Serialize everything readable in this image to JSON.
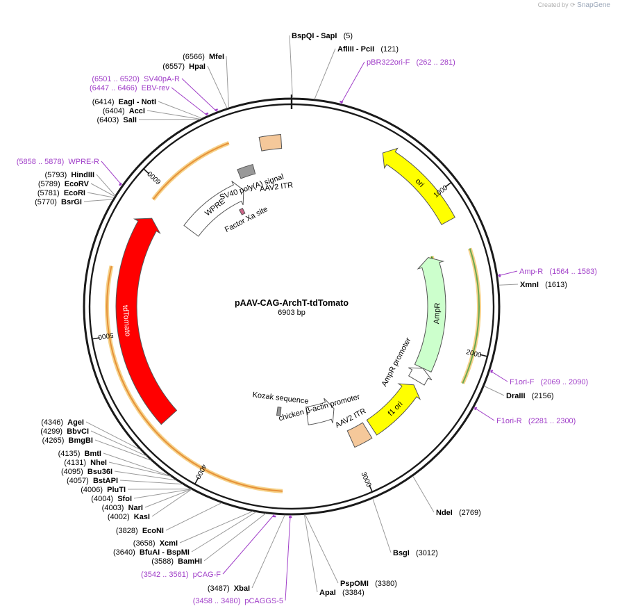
{
  "credit": {
    "prefix": "Created by",
    "brand": "SnapGene"
  },
  "plasmid": {
    "name": "pAAV-CAG-ArchT-tdTomato",
    "size_label": "6903 bp",
    "length": 6903
  },
  "ticks": [
    "1000",
    "2000",
    "3000",
    "4000",
    "5000",
    "6000"
  ],
  "sites": [
    {
      "name": "BspQI  -  SapI",
      "pos_label": "(5)"
    },
    {
      "name": "AflIII  -  PciI",
      "pos_label": "(121)"
    },
    {
      "name": "XmnI",
      "pos_label": "(1613)"
    },
    {
      "name": "DraIII",
      "pos_label": "(2156)"
    },
    {
      "name": "NdeI",
      "pos_label": "(2769)"
    },
    {
      "name": "BsgI",
      "pos_label": "(3012)"
    },
    {
      "name": "PspOMI",
      "pos_label": "(3380)"
    },
    {
      "name": "ApaI",
      "pos_label": "(3384)"
    },
    {
      "name": "MfeI",
      "pos_label": "(6566)"
    },
    {
      "name": "HpaI",
      "pos_label": "(6557)"
    },
    {
      "name": "EagI  -  NotI",
      "pos_label": "(6414)"
    },
    {
      "name": "AccI",
      "pos_label": "(6404)"
    },
    {
      "name": "SalI",
      "pos_label": "(6403)"
    },
    {
      "name": "HindIII",
      "pos_label": "(5793)"
    },
    {
      "name": "EcoRV",
      "pos_label": "(5789)"
    },
    {
      "name": "EcoRI",
      "pos_label": "(5781)"
    },
    {
      "name": "BsrGI",
      "pos_label": "(5770)"
    },
    {
      "name": "AgeI",
      "pos_label": "(4346)"
    },
    {
      "name": "BbvCI",
      "pos_label": "(4299)"
    },
    {
      "name": "BmgBI",
      "pos_label": "(4265)"
    },
    {
      "name": "BmtI",
      "pos_label": "(4135)"
    },
    {
      "name": "NheI",
      "pos_label": "(4131)"
    },
    {
      "name": "Bsu36I",
      "pos_label": "(4095)"
    },
    {
      "name": "BstAPI",
      "pos_label": "(4057)"
    },
    {
      "name": "PluTI",
      "pos_label": "(4006)"
    },
    {
      "name": "SfoI",
      "pos_label": "(4004)"
    },
    {
      "name": "NarI",
      "pos_label": "(4003)"
    },
    {
      "name": "KasI",
      "pos_label": "(4002)"
    },
    {
      "name": "EcoNI",
      "pos_label": "(3828)"
    },
    {
      "name": "XcmI",
      "pos_label": "(3658)"
    },
    {
      "name": "BfuAI  -  BspMI",
      "pos_label": "(3640)"
    },
    {
      "name": "BamHI",
      "pos_label": "(3588)"
    },
    {
      "name": "XbaI",
      "pos_label": "(3487)"
    }
  ],
  "primers": [
    {
      "name": "pBR322ori-F",
      "range": "(262 .. 281)"
    },
    {
      "name": "Amp-R",
      "range": "(1564 .. 1583)"
    },
    {
      "name": "F1ori-F",
      "range": "(2069 .. 2090)"
    },
    {
      "name": "F1ori-R",
      "range": "(2281 .. 2300)"
    },
    {
      "name": "pCAG-F",
      "range": "(3542 .. 3561)"
    },
    {
      "name": "pCAGGS-5",
      "range": "(3458 .. 3480)"
    },
    {
      "name": "WPRE-R",
      "range": "(5858 .. 5878)"
    },
    {
      "name": "SV40pA-R",
      "range": "(6501 .. 6520)"
    },
    {
      "name": "EBV-rev",
      "range": "(6447 .. 6466)"
    }
  ],
  "features": [
    {
      "name": "ori",
      "color": "#ffff00",
      "start": 589,
      "end": 1177
    },
    {
      "name": "AmpR",
      "color": "#ccffcc",
      "start": 1348,
      "end": 2208
    },
    {
      "name": "AmpR promoter",
      "color": "#ffffff",
      "start": 2209,
      "end": 2313
    },
    {
      "name": "f1 ori",
      "color": "#ffff00",
      "start": 2352,
      "end": 2808
    },
    {
      "name": "AAV2 ITR",
      "color": "#f5c89a",
      "start": 2848,
      "end": 2988
    },
    {
      "name": "chicken β-actin promoter",
      "color": "#ffffff",
      "start": 3019,
      "end": 3296
    },
    {
      "name": "Kozak sequence",
      "color": "#999999",
      "start": 3579,
      "end": 3588
    },
    {
      "name": "tdTomato",
      "color": "#ff0000",
      "start": 4370,
      "end": 5795
    },
    {
      "name": "WPRE",
      "color": "#ffffff",
      "start": 5886,
      "end": 6473
    },
    {
      "name": "Factor Xa site",
      "color": "#cc6688",
      "start": 6370,
      "end": 6381
    },
    {
      "name": "SV40 poly(A) signal",
      "color": "#999999",
      "start": 6488,
      "end": 6609
    },
    {
      "name": "AAV2 ITR",
      "color": "#f5c89a",
      "start": 6694,
      "end": 6834
    }
  ],
  "orfs": [
    {
      "strand": "fwd",
      "color": "#6aa84f"
    },
    {
      "strand": "rev",
      "color": "#3a8f1c"
    },
    {
      "strand": "fwd",
      "color": "#e69138"
    },
    {
      "strand": "fwd",
      "color": "#e69138"
    }
  ],
  "colors": {
    "backbone": "#1a1a1a",
    "primer": "#a03ec8",
    "line": "#9a9a9a"
  }
}
